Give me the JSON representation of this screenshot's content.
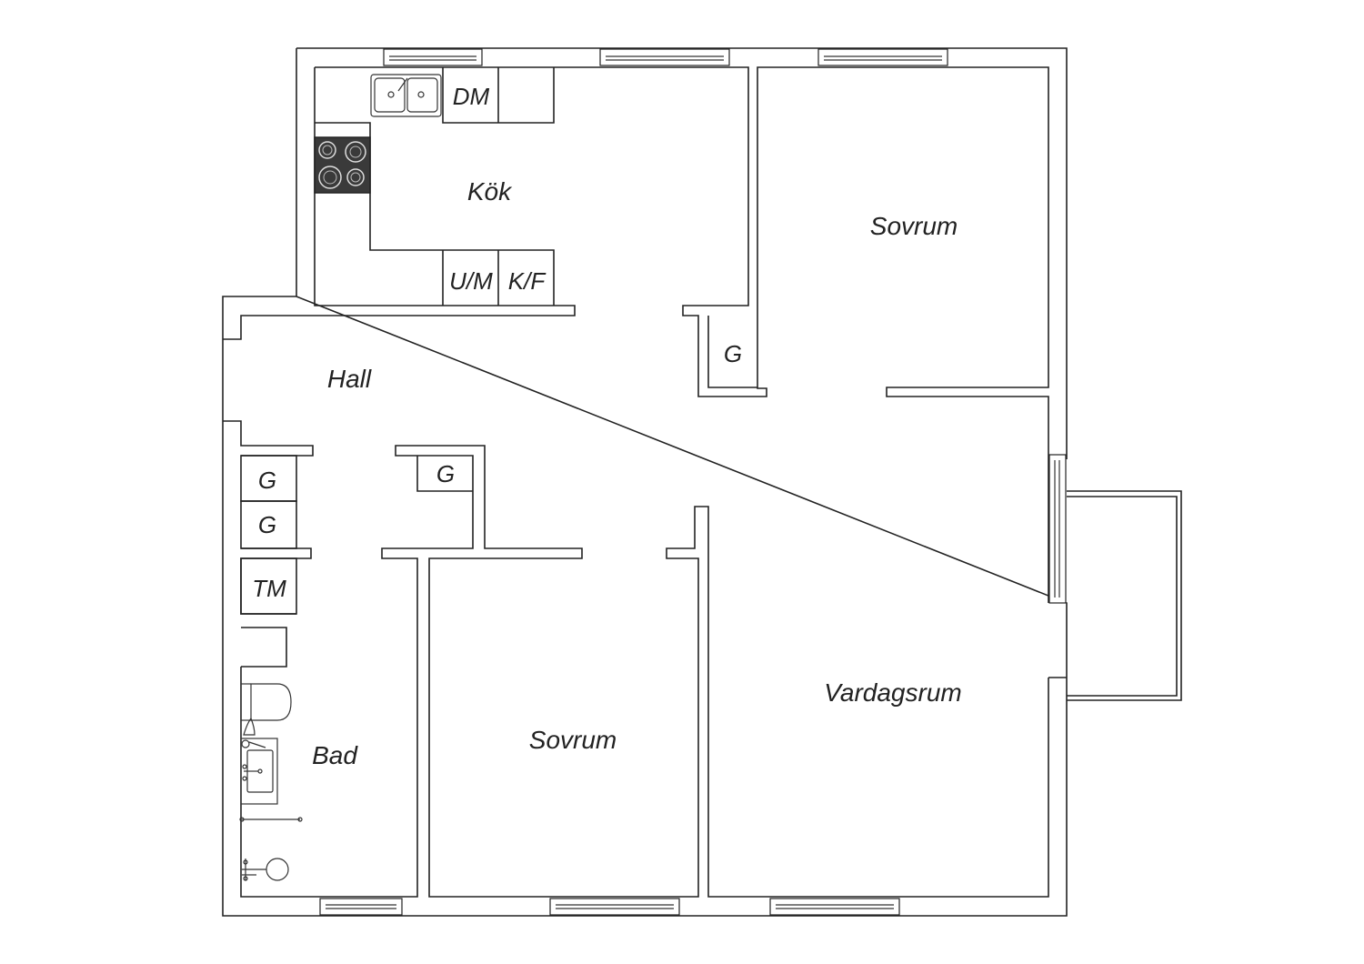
{
  "rooms": {
    "kitchen": "Kök",
    "bedroom_top": "Sovrum",
    "hall": "Hall",
    "bedroom_bottom": "Sovrum",
    "living": "Vardagsrum",
    "bath": "Bad"
  },
  "fixtures": {
    "dishwasher": "DM",
    "oven_micro": "U/M",
    "fridge_freezer": "K/F",
    "closet_kitchen": "G",
    "closet_hall": "G",
    "closet_entry_1": "G",
    "closet_entry_2": "G",
    "washer": "TM"
  },
  "colors": {
    "line": "#222222",
    "stove": "#3a3a3a",
    "background": "#ffffff"
  }
}
